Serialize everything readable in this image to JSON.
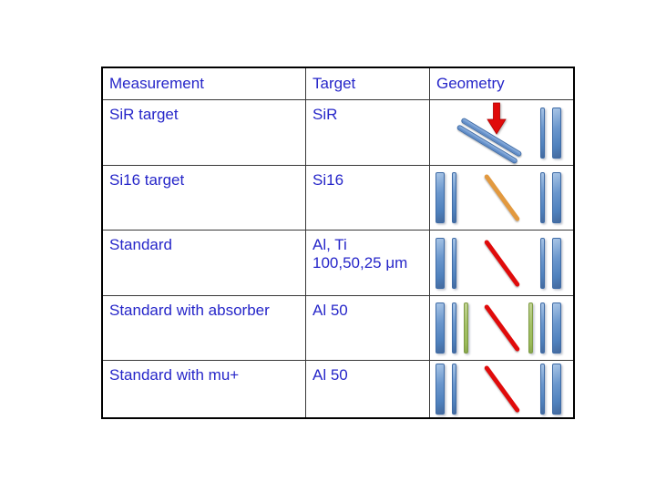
{
  "palette": {
    "text_blue": "#2626c9",
    "bar_blue": "#4f81bd",
    "bar_green": "#9bbb59",
    "red": "#e00b0b",
    "orange": "#e2993f",
    "outer_border": "#000000",
    "cell_border": "#383838"
  },
  "table": {
    "headers": [
      "Measurement",
      "Target",
      "Geometry"
    ],
    "rows": [
      {
        "measurement": "SiR target",
        "target_lines": [
          "SiR"
        ],
        "geometry": {
          "left_bars": [],
          "middle": {
            "kind": "tilted-double-bar",
            "arrow": "red-arrow-down"
          },
          "right_bars": [
            "thin-blue",
            "thick-blue"
          ]
        }
      },
      {
        "measurement": "Si16 target",
        "target_lines": [
          "Si16"
        ],
        "geometry": {
          "left_bars": [
            "thick-blue",
            "thin-blue"
          ],
          "middle": {
            "kind": "diagonal-line",
            "color": "orange"
          },
          "right_bars": [
            "thin-blue",
            "thick-blue"
          ]
        }
      },
      {
        "measurement": "Standard",
        "target_lines": [
          "Al, Ti",
          "100,50,25 μm"
        ],
        "geometry": {
          "left_bars": [
            "thick-blue",
            "thin-blue"
          ],
          "middle": {
            "kind": "diagonal-line",
            "color": "red"
          },
          "right_bars": [
            "thin-blue",
            "thick-blue"
          ]
        }
      },
      {
        "measurement": "Standard with absorber",
        "target_lines": [
          "Al 50"
        ],
        "geometry": {
          "left_bars": [
            "thick-blue",
            "thin-blue",
            "thin-green"
          ],
          "middle": {
            "kind": "diagonal-line",
            "color": "red"
          },
          "right_bars": [
            "thin-green",
            "thin-blue",
            "thick-blue"
          ]
        }
      },
      {
        "measurement": "Standard with mu+",
        "target_lines": [
          "Al 50"
        ],
        "geometry": {
          "left_bars": [
            "thick-blue",
            "thin-blue"
          ],
          "middle": {
            "kind": "diagonal-line",
            "color": "red"
          },
          "right_bars": [
            "thin-blue",
            "thick-blue"
          ]
        }
      }
    ]
  }
}
